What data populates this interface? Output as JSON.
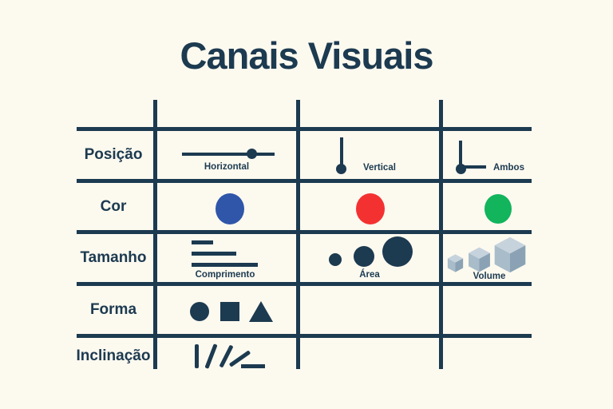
{
  "title": "Canais Visuais",
  "colors": {
    "background": "#fcf9ef",
    "ink": "#1c3a50",
    "cube_top": "#c6d3dd",
    "cube_left": "#a8bcca",
    "cube_right": "#8aa2b4"
  },
  "table": {
    "rows": [
      {
        "label": "Posição",
        "cells": [
          {
            "caption": "Horizontal"
          },
          {
            "caption": "Vertical"
          },
          {
            "caption": "Ambos"
          }
        ]
      },
      {
        "label": "Cor",
        "cells": [
          {
            "color": "#2f56a9"
          },
          {
            "color": "#f43131"
          },
          {
            "color": "#12b45c"
          }
        ]
      },
      {
        "label": "Tamanho",
        "cells": [
          {
            "caption": "Comprimento"
          },
          {
            "caption": "Área"
          },
          {
            "caption": "Volume"
          }
        ]
      },
      {
        "label": "Forma",
        "cells": [
          {},
          {},
          {}
        ]
      },
      {
        "label": "Inclinação",
        "cells": [
          {},
          {},
          {}
        ]
      }
    ]
  }
}
